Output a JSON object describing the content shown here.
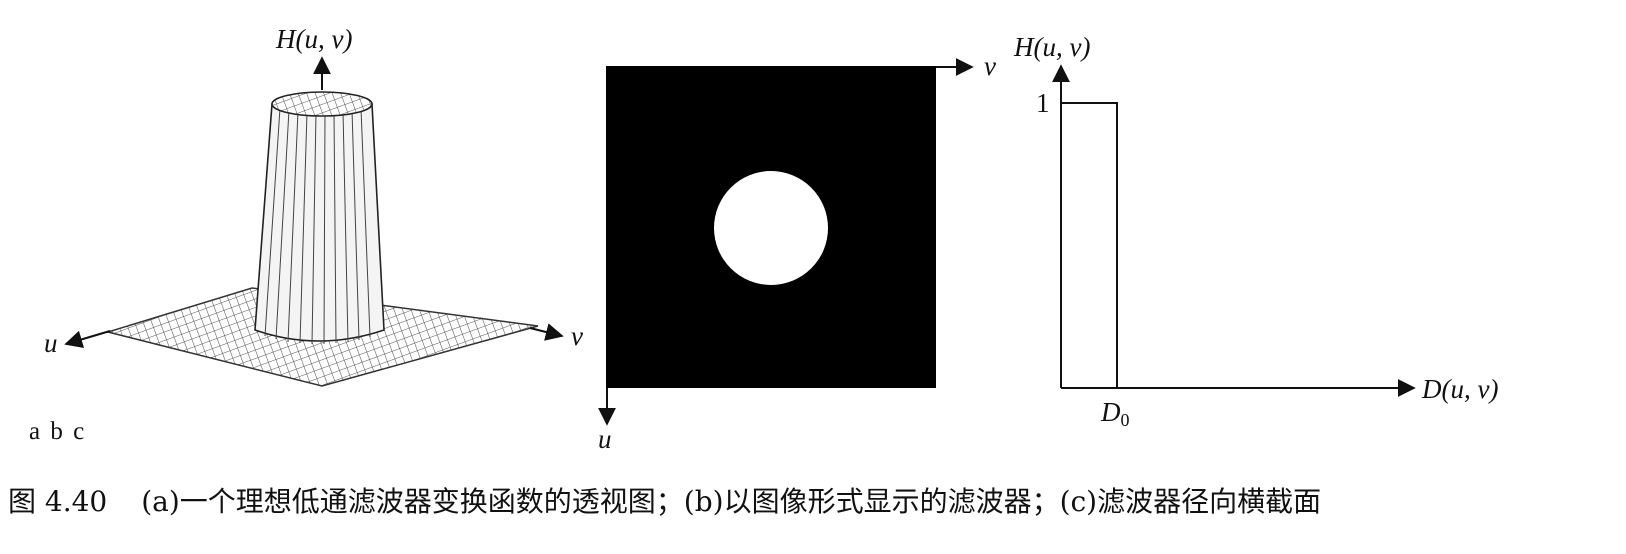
{
  "panel_a": {
    "vertical_axis_label": "H(u, v)",
    "left_axis_label": "u",
    "right_axis_label": "v"
  },
  "panel_b": {
    "horizontal_axis_label": "v",
    "vertical_axis_label": "u"
  },
  "panel_c": {
    "y_axis_label": "H(u, v)",
    "x_axis_label": "D(u, v)",
    "y_tick": "1",
    "x_tick": "D",
    "x_tick_sub": "0"
  },
  "panel_letters": "a b c",
  "caption": {
    "figure_number": "图 4.40",
    "text": "(a)一个理想低通滤波器变换函数的透视图；(b)以图像形式显示的滤波器；(c)滤波器径向横截面"
  }
}
